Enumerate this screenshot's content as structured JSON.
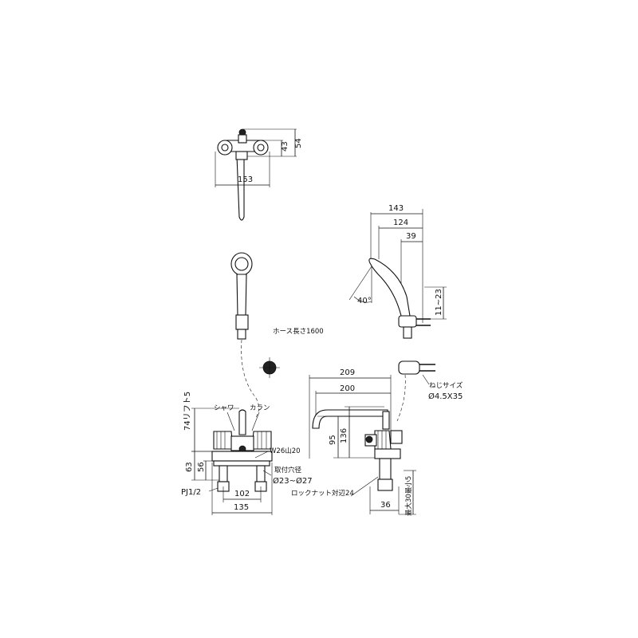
{
  "labels": {
    "top_dim_43": "43",
    "top_dim_54": "54",
    "top_dim_153": "153",
    "hose_length": "ホース長さ1600",
    "shower_label": "シャワ",
    "faucet_label": "カラン",
    "lift_74": "74リフト5",
    "w26": "W26山20",
    "mount_hole": "取付穴径",
    "hole_range": "Ø23~Ø27",
    "dim_63": "63",
    "dim_56": "56",
    "pj": "PJ1/2",
    "dim_102": "102",
    "dim_135": "135",
    "dim_209": "209",
    "dim_200": "200",
    "dim_95": "95",
    "dim_136": "136",
    "locknut": "ロックナット対辺24",
    "dim_36": "36",
    "max30": "最大30最小5",
    "dim_143": "143",
    "dim_124": "124",
    "dim_39": "39",
    "angle_40": "40°",
    "dim_11_23": "11~23",
    "screw_size": "ねじサイズ",
    "screw_value": "Ø4.5X35"
  }
}
